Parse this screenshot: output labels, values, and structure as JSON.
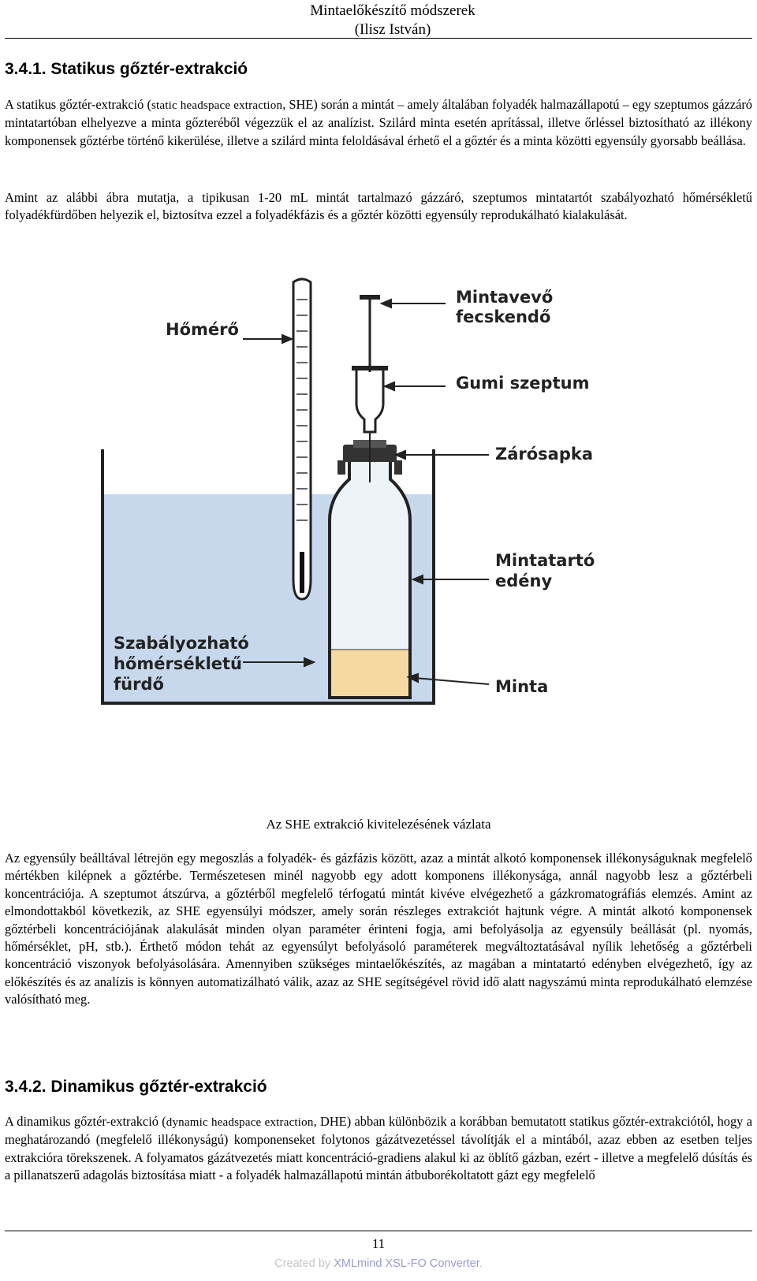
{
  "header": {
    "title": "Mintaelőkészítő módszerek (Ilisz István)"
  },
  "section1": {
    "heading": "3.4.1. Statikus gőztér-extrakció",
    "para1_a": "A statikus gőztér-extrakció (",
    "para1_term": "static headspace extraction",
    "para1_b": ", SHE) során a mintát – amely általában folyadék halmazállapotú – egy szeptumos gázzáró mintatartóban elhelyezve a minta gőzteréből végezzük el az analízist. Szilárd minta esetén aprítással, illetve őrléssel biztosítható az illékony komponensek gőztérbe történő kikerülése, illetve a szilárd minta feloldásával érhető el a gőztér és a minta közötti egyensúly gyorsabb beállása.",
    "para2": "Amint az alábbi ábra mutatja, a tipikusan 1-20 mL mintát tartalmazó gázzáró, szeptumos mintatartót szabályozható hőmérsékletű folyadékfürdőben helyezik el, biztosítva ezzel a folyadékfázis és a gőztér közötti egyensúly reprodukálható kialakulását."
  },
  "figure": {
    "labels": {
      "thermometer_label": "Hőmérő",
      "syringe_line1": "Mintavevő",
      "syringe_line2": "fecskendő",
      "septum": "Gumi szeptum",
      "cap": "Zárósapka",
      "vessel_line1": "Mintatartó",
      "vessel_line2": "edény",
      "bath_line1": "Szabályozható",
      "bath_line2": "hőmérsékletű",
      "bath_line3": "fürdő",
      "sample": "Minta"
    },
    "colors": {
      "bath": "#c7d8ec",
      "sample": "#f5d9a0",
      "cap": "#333333",
      "glass": "#222222"
    },
    "caption": "Az SHE extrakció kivitelezésének vázlata"
  },
  "para3": "Az egyensúly beálltával létrejön egy megoszlás a folyadék- és gázfázis között, azaz a mintát alkotó komponensek illékonyságuknak megfelelő mértékben kilépnek a gőztérbe. Természetesen minél nagyobb egy adott komponens illékonysága, annál nagyobb lesz a gőztérbeli koncentrációja. A szeptumot átszúrva, a gőztérből megfelelő térfogatú mintát kivéve elvégezhető a gázkromatográfiás elemzés. Amint az elmondottakból következik, az SHE egyensúlyi módszer, amely során részleges extrakciót hajtunk végre. A mintát alkotó komponensek gőztérbeli koncentrációjának alakulását minden olyan paraméter érinteni fogja, ami befolyásolja az egyensúly beállását (pl. nyomás, hőmérséklet, pH, stb.). Érthető módon tehát az egyensúlyt befolyásoló paraméterek megváltoztatásával nyílik lehetőség a gőztérbeli koncentráció viszonyok befolyásolására. Amennyiben szükséges mintaelőkészítés, az magában a mintatartó edényben elvégezhető, így az előkészítés és az analízis is könnyen automatizálható válik, azaz az SHE segítségével rövid idő alatt nagyszámú minta reprodukálható elemzése valósítható meg.",
  "section2": {
    "heading": "3.4.2. Dinamikus gőztér-extrakció",
    "para_a": "A dinamikus gőztér-extrakció (",
    "para_term": "dynamic headspace extraction",
    "para_b": ", DHE) abban különbözik a korábban bemutatott statikus gőztér-extrakciótól, hogy a meghatározandó (megfelelő illékonyságú) komponenseket folytonos gázátvezetéssel távolítják el a mintából, azaz ebben az esetben teljes extrakcióra törekszenek. A folyamatos gázátvezetés miatt koncentráció-gradiens alakul ki az öblítő gázban, ezért - illetve a megfelelő dúsítás és a pillanatszerű adagolás biztosítása miatt - a folyadék halmazállapotú mintán átbuborékoltatott gázt egy megfelelő"
  },
  "footer": {
    "page_number": "11",
    "converter_a": "Created by ",
    "converter_b": "XMLmind XSL-FO Converter",
    "converter_c": "."
  }
}
